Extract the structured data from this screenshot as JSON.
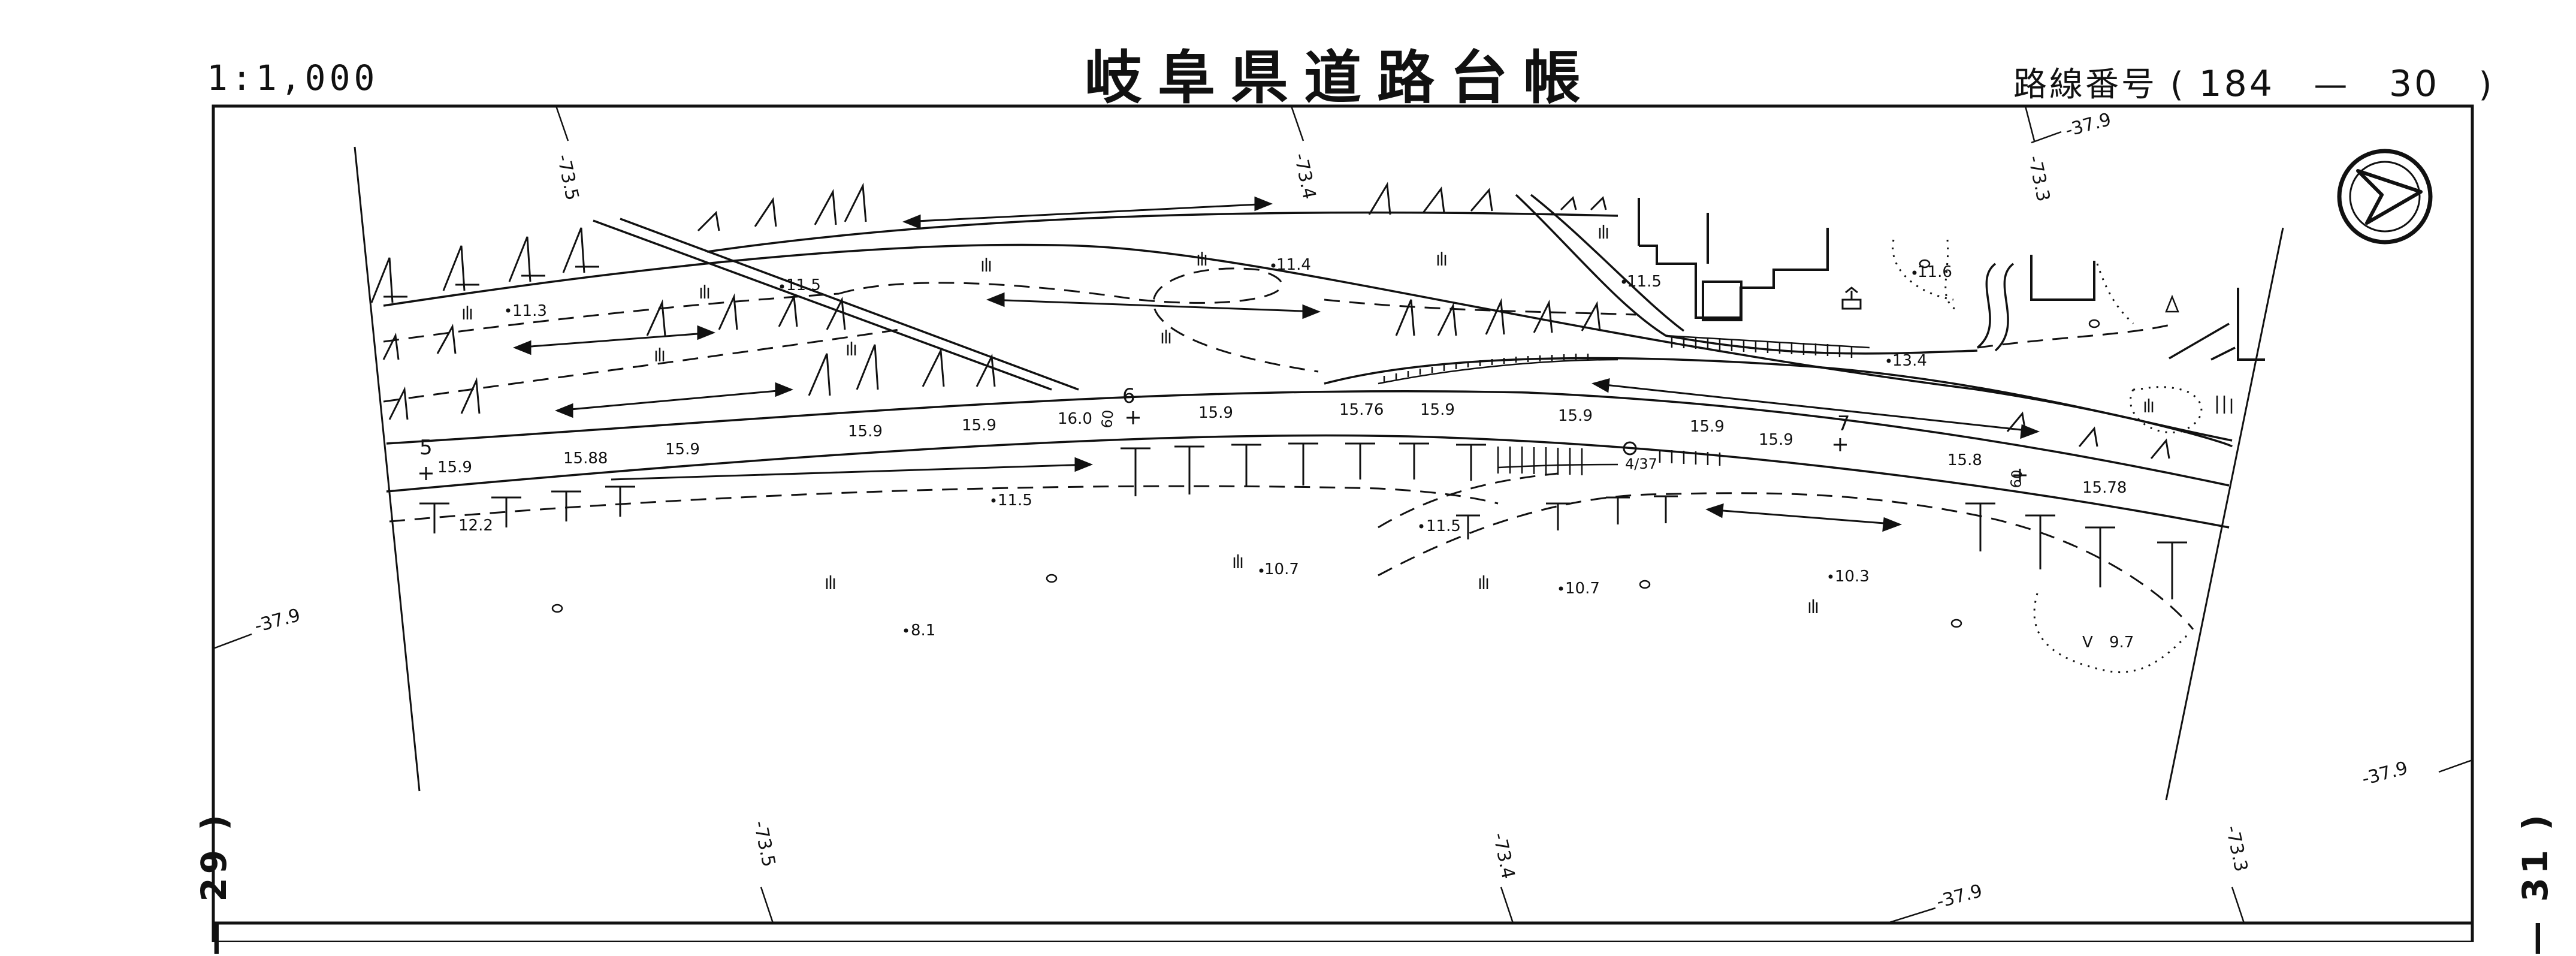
{
  "header": {
    "scale": "1:1,000",
    "title": "岐阜県道路台帳",
    "route_label": "路線番号",
    "route_open": "(",
    "route_a": "184",
    "route_dash": "—",
    "route_b": "30",
    "route_close": ")"
  },
  "side_labels": {
    "left": "29",
    "right": "31"
  },
  "grid_labels": {
    "top_a": "-73.5",
    "top_b": "-73.4",
    "top_c": "-73.3",
    "top_right": "-37.9",
    "left_mid": "-37.9",
    "right_low": "-37.9",
    "bottom_a": "-73.5",
    "bottom_b": "-73.4",
    "bottom_c": "-73.3",
    "bottom_mid": "-37.9"
  },
  "elevations": {
    "e1": "11.3",
    "e2": "11.5",
    "e3": "11.4",
    "e4": "11.5",
    "e5": "11.6",
    "e6": "13.4",
    "e7": "15.9",
    "e8": "15.88",
    "e9": "15.9",
    "e10": "15.9",
    "e11": "15.9",
    "e12": "16.0",
    "e13": "15.9",
    "e14": "15.76",
    "e15": "15.9",
    "e16": "15.9",
    "e17": "15.9",
    "e18": "15.9",
    "e19": "15.8",
    "e20": "15.78",
    "e21": "12.2",
    "e22": "11.5",
    "e23": "10.7",
    "e24": "8.1",
    "e25": "11.5",
    "e26": "10.7",
    "e27": "10.3",
    "e28": "9.7"
  },
  "stations": {
    "s5": "5",
    "s6": "6",
    "s7": "7",
    "km_a": "60",
    "km_b": "60",
    "bridge": "4/37"
  },
  "icons": [
    "north-arrow-icon",
    "shrine-icon",
    "grass-symbol-icon",
    "tree-symbol-icon",
    "benchmark-icon"
  ]
}
